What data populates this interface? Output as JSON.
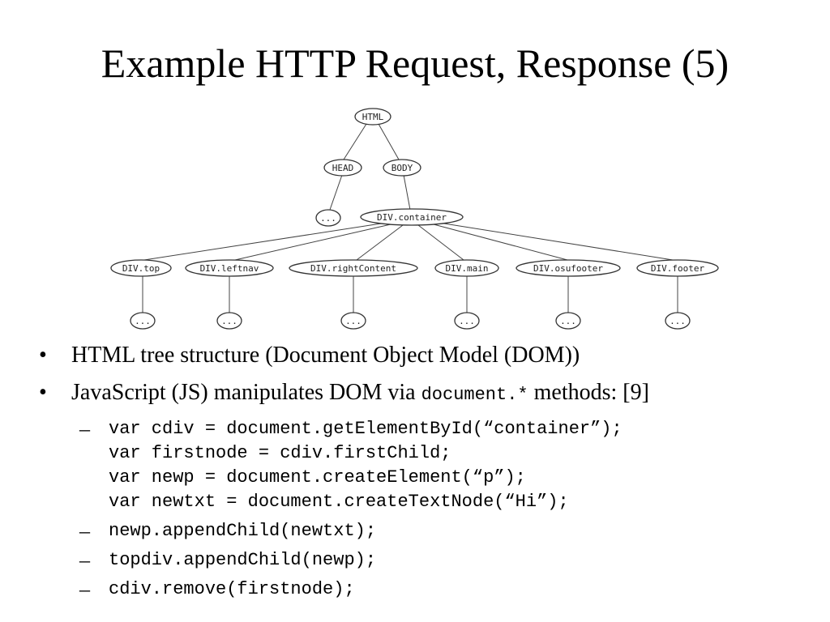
{
  "title": "Example HTTP Request, Response (5)",
  "tree": {
    "nodes": {
      "html": "HTML",
      "head": "HEAD",
      "body": "BODY",
      "head_child": "...",
      "container": "DIV.container",
      "top": "DIV.top",
      "leftnav": "DIV.leftnav",
      "rightContent": "DIV.rightContent",
      "main": "DIV.main",
      "osufooter": "DIV.osufooter",
      "footer": "DIV.footer",
      "top_child": "...",
      "leftnav_child": "...",
      "rightContent_child": "...",
      "main_child": "...",
      "osufooter_child": "...",
      "footer_child": "..."
    }
  },
  "bullets": [
    {
      "marker": "•",
      "text": "HTML tree structure (Document Object Model (DOM))"
    },
    {
      "marker": "•",
      "text_before": "JavaScript (JS) manipulates DOM via ",
      "code": "document.*",
      "text_after": " methods: [9]"
    }
  ],
  "sub_items": [
    {
      "marker": "–",
      "lines": [
        "var cdiv = document.getElementById(“container”);",
        "var firstnode = cdiv.firstChild;",
        "var newp = document.createElement(“p”);",
        "var newtxt = document.createTextNode(“Hi”);"
      ]
    },
    {
      "marker": "–",
      "lines": [
        "newp.appendChild(newtxt);"
      ]
    },
    {
      "marker": "–",
      "lines": [
        "topdiv.appendChild(newp);"
      ]
    },
    {
      "marker": "–",
      "lines": [
        "cdiv.remove(firstnode);"
      ]
    }
  ]
}
